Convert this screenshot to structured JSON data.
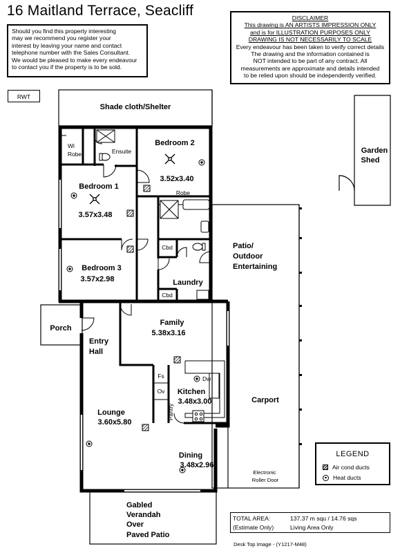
{
  "title": "16 Maitland Terrace, Seacliff",
  "notice": [
    "Should you find this property interesting",
    "may we recommend you register your",
    "interest by leaving your name and contact",
    "telephone number with the Sales Consultant.",
    "We would be pleased to make every endeavour",
    "to contact you if the property is to be sold."
  ],
  "disclaimer": {
    "heading": "DISCLAIMER",
    "underlined": [
      "This drawing is AN ARTISTS IMPRESSION ONLY",
      "and is for ILLUSTRATION PURPOSES ONLY",
      "DRAWING IS NOT NECESSARILY TO SCALE"
    ],
    "body": [
      "Every endeavour has been taken to verify correct details",
      "The drawing and the information contained is",
      "NOT intended to be part of any contract. All",
      "measurements are approximate and details intended",
      "to be relied upon should be independently verified."
    ]
  },
  "code": "RWT",
  "rooms": {
    "shade": "Shade cloth/Shelter",
    "garden_1": "Garden",
    "garden_2": "Shed",
    "wi_1": "Wi",
    "wi_2": "Robe",
    "ensuite": "Ensuite",
    "bed2_name": "Bedroom 2",
    "bed2_size": "3.52x3.40",
    "robe": "Robe",
    "bed1_name": "Bedroom 1",
    "bed1_size": "3.57x3.48",
    "cbd": "Cbd",
    "bed3_name": "Bedroom 3",
    "bed3_size": "3.57x2.98",
    "laundry": "Laundry",
    "cbd2": "Cbd",
    "patio_1": "Patio/",
    "patio_2": "Outdoor",
    "patio_3": "Entertaining",
    "porch": "Porch",
    "entry_1": "Entry",
    "entry_2": "Hall",
    "family_name": "Family",
    "family_size": "5.38x3.16",
    "fs": "Fs",
    "ov": "Ov",
    "pantry": "Pantry",
    "dw": "Dw",
    "kitchen_name": "Kitchen",
    "kitchen_size": "3.48x3.00",
    "carport": "Carport",
    "lounge_name": "Lounge",
    "lounge_size": "3.60x5.80",
    "dining_name": "Dining",
    "dining_size": "3.48x2.96",
    "roller_1": "Electronic",
    "roller_2": "Roller Door",
    "verandah_1": "Gabled",
    "verandah_2": "Verandah",
    "verandah_3": "Over",
    "verandah_4": "Paved Patio"
  },
  "legend": {
    "title": "LEGEND",
    "air": "Air cond ducts",
    "heat": "Heat ducts"
  },
  "area": {
    "label_1": "TOTAL AREA:",
    "label_2": "(Estimate Only)",
    "value_1": "137.37 m squ /  14.76 sqs",
    "value_2": "Living Area Only"
  },
  "footer": "Desk Top Image - (Y1217-M48)"
}
